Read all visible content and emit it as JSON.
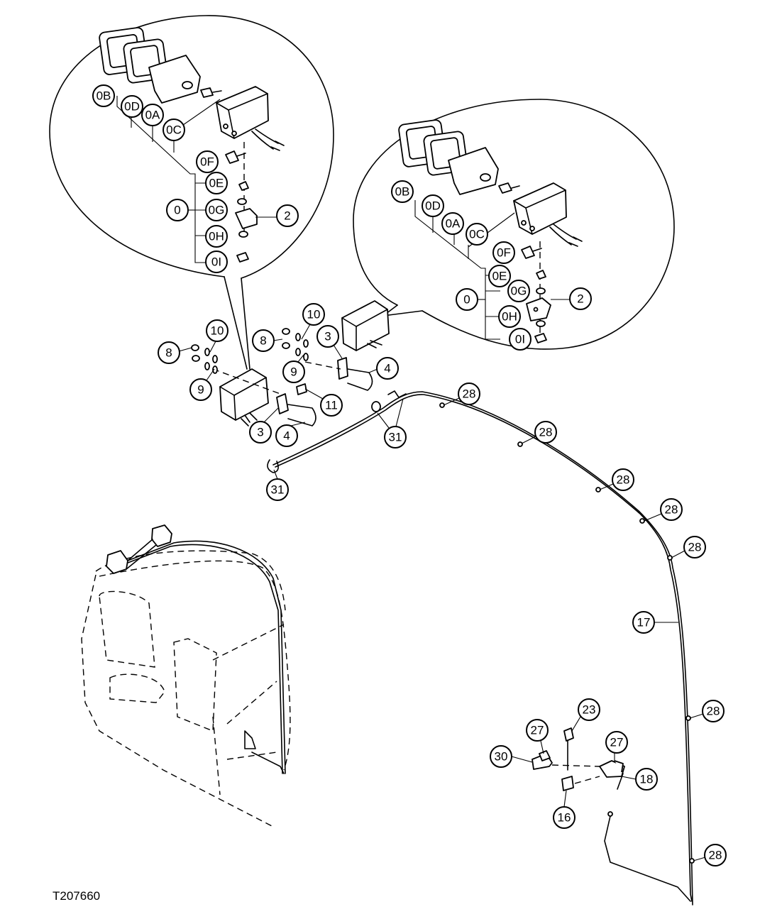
{
  "figure_id": "T207660",
  "callouts": {
    "l_0B": "0B",
    "l_0D": "0D",
    "l_0A": "0A",
    "l_0C": "0C",
    "l_0F": "0F",
    "l_0E": "0E",
    "l_0": "0",
    "l_0G": "0G",
    "l_2": "2",
    "l_0H": "0H",
    "l_0I": "0I",
    "r_0B": "0B",
    "r_0D": "0D",
    "r_0A": "0A",
    "r_0C": "0C",
    "r_0F": "0F",
    "r_0E": "0E",
    "r_0": "0",
    "r_0G": "0G",
    "r_2": "2",
    "r_0H": "0H",
    "r_0I": "0I",
    "m_10a": "10",
    "m_8a": "8",
    "m_9a": "9",
    "m_10b": "10",
    "m_8b": "8",
    "m_9b": "9",
    "m_3a": "3",
    "m_4a": "4",
    "m_11": "11",
    "m_3b": "3",
    "m_4b": "4",
    "h_31a": "31",
    "h_31b": "31",
    "h_28a": "28",
    "h_28b": "28",
    "h_28c": "28",
    "h_28d": "28",
    "h_28e": "28",
    "h_28f": "28",
    "h_28g": "28",
    "h_17": "17",
    "s_23": "23",
    "s_27a": "27",
    "s_30": "30",
    "s_27b": "27",
    "s_18": "18",
    "s_16": "16"
  }
}
